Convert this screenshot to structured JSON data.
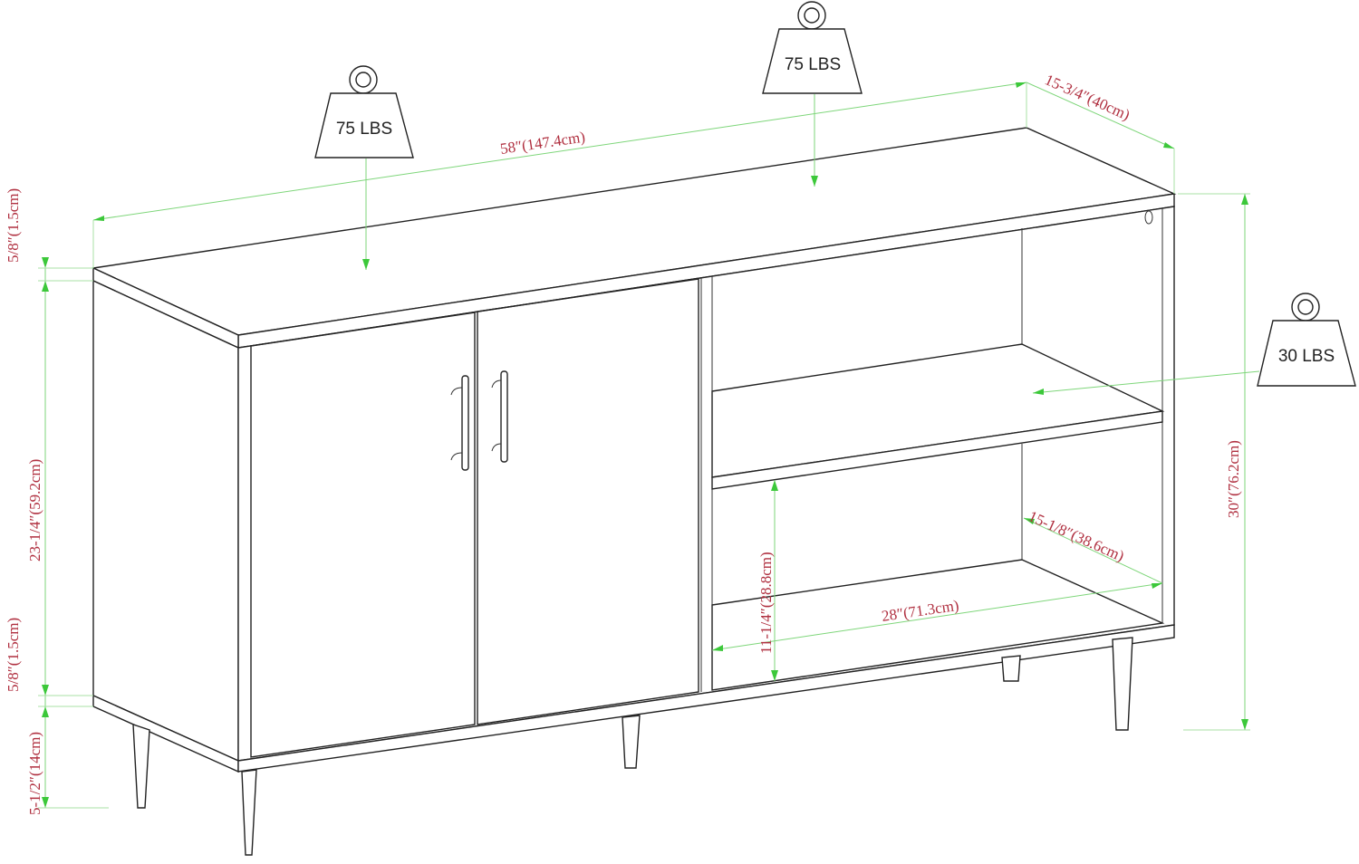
{
  "diagram": {
    "subject": "Sideboard with two doors and open shelving",
    "colors": {
      "outline": "#222222",
      "dimension_line": "#7ed67a",
      "arrow": "#3cc83a",
      "dimension_text": "#b03040",
      "background": "#ffffff"
    },
    "dimensions": {
      "width": "58″(147.4cm)",
      "depth": "15-3/4″(40cm)",
      "top_thickness": "5/8″(1.5cm)",
      "cabinet_body_height": "23-1/4″(59.2cm)",
      "bottom_thickness": "5/8″(1.5cm)",
      "leg_height": "5-1/2″(14cm)",
      "total_height": "30″(76.2cm)",
      "shelf_opening_height": "11-1/4″(28.8cm)",
      "shelf_depth": "15-1/8″(38.6cm)",
      "shelf_width": "28″(71.3cm)"
    },
    "weight_limits": [
      {
        "id": "top-left",
        "label": "75 LBS"
      },
      {
        "id": "top-center",
        "label": "75 LBS"
      },
      {
        "id": "shelf",
        "label": "30 LBS"
      }
    ]
  }
}
